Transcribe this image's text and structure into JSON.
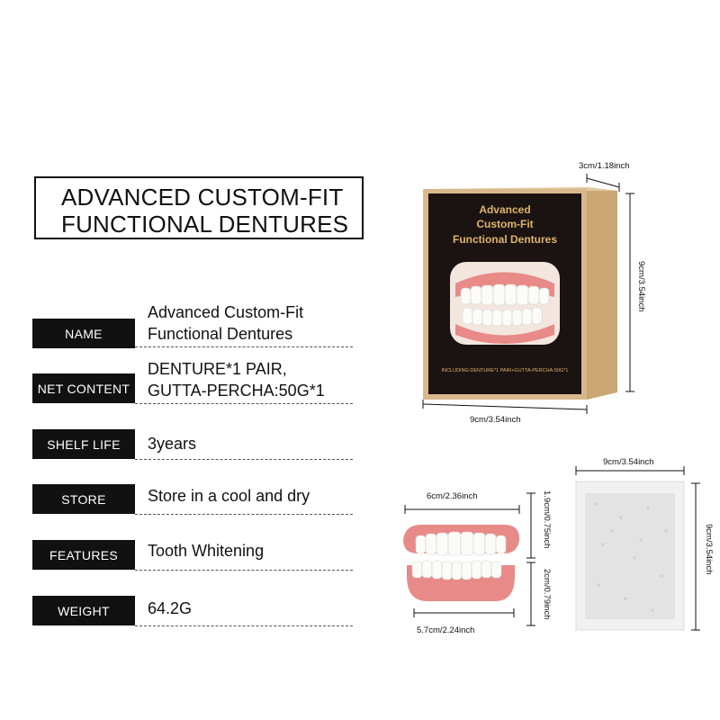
{
  "heading": {
    "line1": "ADVANCED CUSTOM-FIT",
    "line2": "FUNCTIONAL DENTURES"
  },
  "specs": [
    {
      "label": "NAME",
      "value_lines": [
        "Advanced Custom-Fit",
        "Functional Dentures"
      ]
    },
    {
      "label": "NET  CONTENT",
      "value_lines": [
        "DENTURE*1 PAIR,",
        "GUTTA-PERCHA:50G*1"
      ]
    },
    {
      "label": "SHELF LIFE",
      "value_lines": [
        "3years"
      ]
    },
    {
      "label": "STORE",
      "value_lines": [
        "Store in a cool and dry"
      ]
    },
    {
      "label": "FEATURES",
      "value_lines": [
        "Tooth Whitening"
      ]
    },
    {
      "label": "WEIGHT",
      "value_lines": [
        "64.2G"
      ]
    }
  ],
  "package": {
    "title_lines": [
      "Advanced",
      "Custom-Fit",
      "Functional Dentures"
    ],
    "including": "INCLUDING:DENTURE*1 PAIR+GUTTA-PERCHA:50G*1",
    "depth": "3cm/1.18inch",
    "height": "9cm/3.54inch",
    "width": "9cm/3.54inch"
  },
  "dentures": {
    "upper_width": "6cm/2.36inch",
    "lower_width": "5.7cm/2.24inch",
    "upper_height": "1.9cm/0.75inch",
    "lower_height": "2cm/0.79inch"
  },
  "pouch": {
    "width": "9cm/3.54inch",
    "height": "9cm/3.54inch"
  },
  "colors": {
    "label_bg": "#111111",
    "box_dark": "#1a1312",
    "box_gold": "#d8b88c",
    "title_gold": "#e0b36a",
    "gum": "#e88a88"
  }
}
